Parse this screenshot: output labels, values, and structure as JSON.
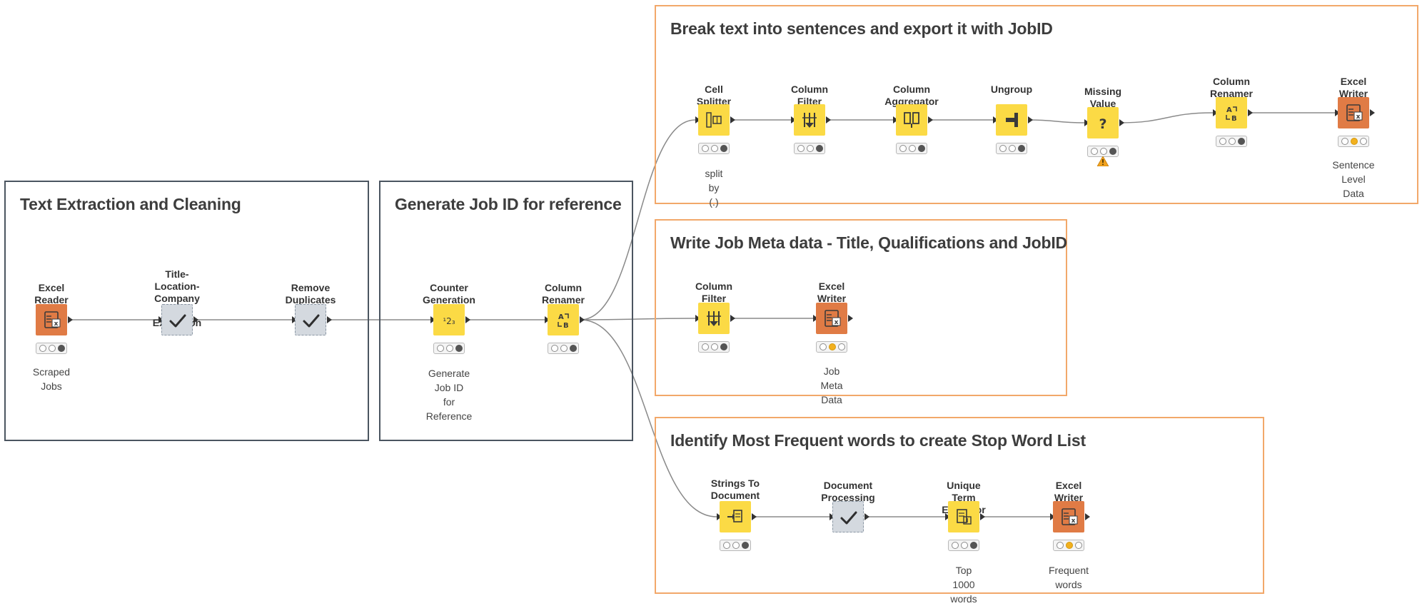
{
  "colors": {
    "group_border_dark": "#4b5560",
    "group_border_orange": "#f2a86a",
    "node_yellow": "#fbda45",
    "node_orange": "#e07b45",
    "node_meta": "#d4d9df",
    "connection": "#8a8a8a"
  },
  "groups": [
    {
      "title": "Text Extraction and Cleaning"
    },
    {
      "title": "Generate Job ID for reference"
    },
    {
      "title": "Break text into sentences and export it with JobID"
    },
    {
      "title": "Write Job Meta data - Title, Qualifications and JobID"
    },
    {
      "title": "Identify Most Frequent words to create Stop Word List"
    }
  ],
  "nodes": [
    {
      "label": "Excel Reader",
      "icon": "excel-reader-icon",
      "status": "grey",
      "caption": "Scraped Jobs"
    },
    {
      "label": "Title-Location-Company Name\nExtraction",
      "icon": "metanode-check-icon",
      "status": "none",
      "caption": ""
    },
    {
      "label": "Remove Duplicates",
      "icon": "metanode-check-icon",
      "status": "none",
      "caption": ""
    },
    {
      "label": "Counter Generation",
      "icon": "counter-icon",
      "status": "grey",
      "caption": "Generate Job ID\nfor Reference"
    },
    {
      "label": "Column Renamer",
      "icon": "column-renamer-icon",
      "status": "grey",
      "caption": ""
    },
    {
      "label": "Cell Splitter",
      "icon": "cell-splitter-icon",
      "status": "grey",
      "caption": "split by (.)"
    },
    {
      "label": "Column Filter",
      "icon": "column-filter-icon",
      "status": "grey",
      "caption": ""
    },
    {
      "label": "Column Aggregator",
      "icon": "column-aggregator-icon",
      "status": "grey",
      "caption": ""
    },
    {
      "label": "Ungroup",
      "icon": "ungroup-icon",
      "status": "grey",
      "caption": ""
    },
    {
      "label": "Missing Value",
      "icon": "missing-value-icon",
      "status": "warning",
      "caption": ""
    },
    {
      "label": "Column Renamer",
      "icon": "column-renamer-icon",
      "status": "grey",
      "caption": ""
    },
    {
      "label": "Excel Writer",
      "icon": "excel-writer-icon",
      "status": "yellow",
      "caption": "Sentence Level\nData"
    },
    {
      "label": "Column Filter",
      "icon": "column-filter-icon",
      "status": "grey",
      "caption": ""
    },
    {
      "label": "Excel Writer",
      "icon": "excel-writer-icon",
      "status": "yellow",
      "caption": "Job Meta Data"
    },
    {
      "label": "Strings To Document",
      "icon": "strings-to-document-icon",
      "status": "grey",
      "caption": ""
    },
    {
      "label": "Document Processing",
      "icon": "metanode-check-icon",
      "status": "none",
      "caption": ""
    },
    {
      "label": "Unique Term Extractor",
      "icon": "unique-term-extractor-icon",
      "status": "grey",
      "caption": "Top 1000 words"
    },
    {
      "label": "Excel Writer",
      "icon": "excel-writer-icon",
      "status": "yellow",
      "caption": "Frequent words"
    }
  ]
}
